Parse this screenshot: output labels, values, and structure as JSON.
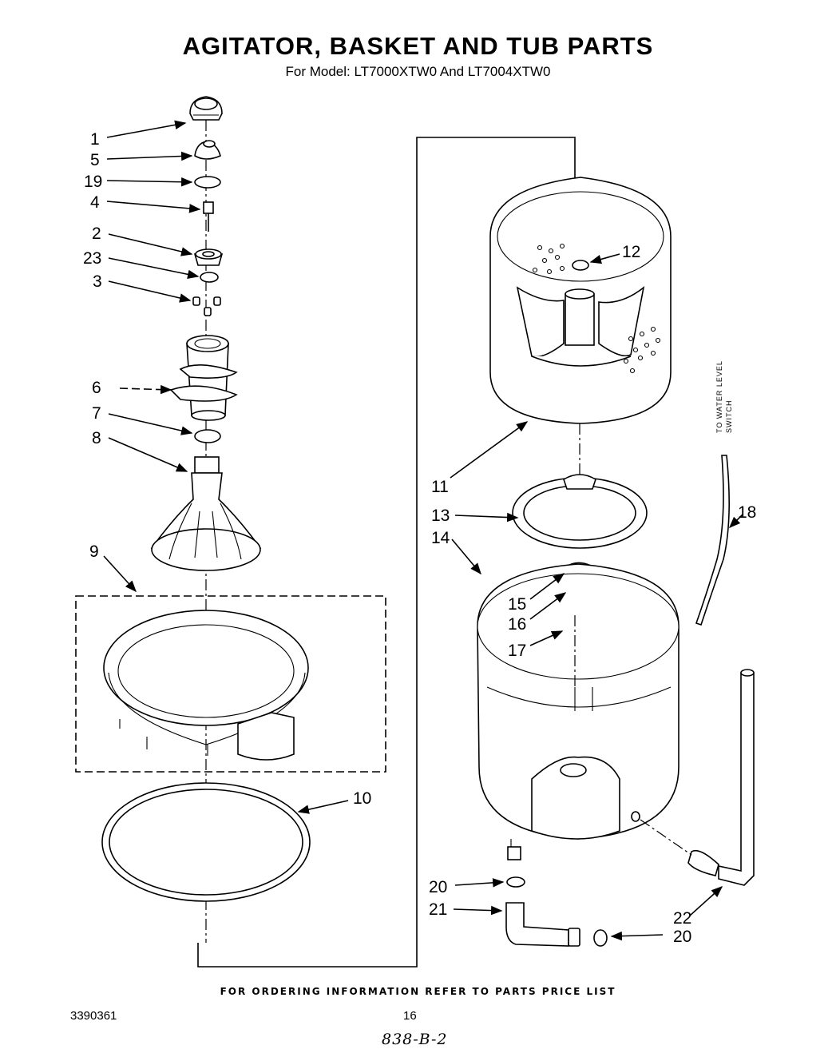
{
  "title": "AGITATOR, BASKET AND TUB PARTS",
  "subtitle": "For Model: LT7000XTW0 And LT7004XTW0",
  "side_label": [
    "TO WATER LEVEL",
    "SWITCH"
  ],
  "callouts": {
    "c1": "1",
    "c5": "5",
    "c19": "19",
    "c4": "4",
    "c2": "2",
    "c23": "23",
    "c3": "3",
    "c6": "6",
    "c7": "7",
    "c8": "8",
    "c9": "9",
    "c10": "10",
    "c11": "11",
    "c12": "12",
    "c13": "13",
    "c14": "14",
    "c15": "15",
    "c16": "16",
    "c17": "17",
    "c18": "18",
    "c20a": "20",
    "c21": "21",
    "c22": "22",
    "c20b": "20"
  },
  "footer_note": "FOR ORDERING INFORMATION REFER TO PARTS PRICE LIST",
  "doc_number": "3390361",
  "page_number": "16",
  "handwritten_note": "838-B-2"
}
